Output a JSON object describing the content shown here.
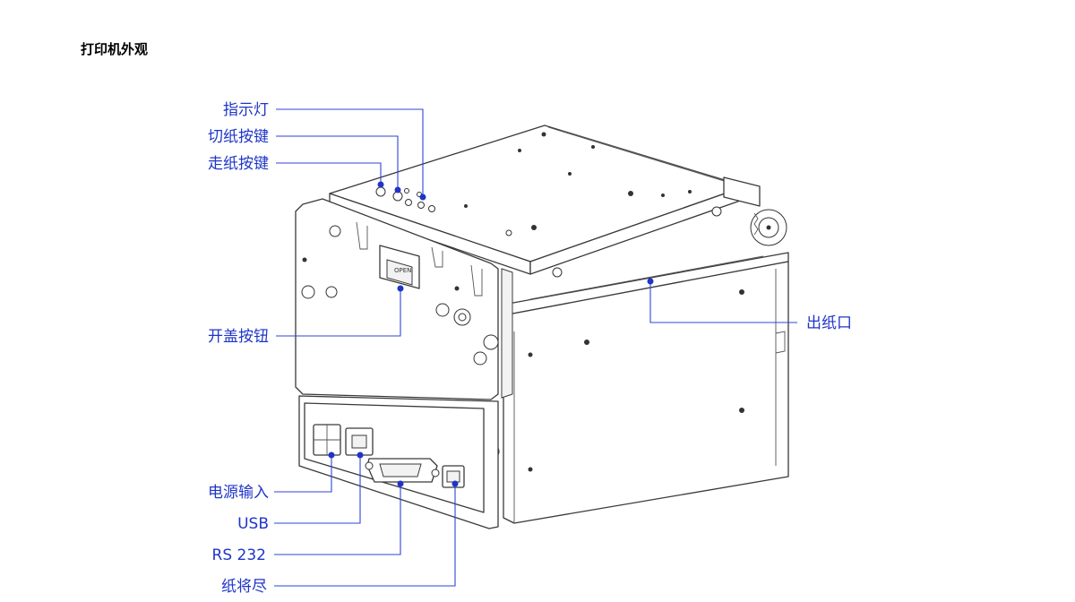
{
  "heading": "打印机外观",
  "diagram": {
    "labels": {
      "indicator": "指示灯",
      "cut_button": "切纸按键",
      "feed_button": "走纸按键",
      "open_cover_button": "开盖按钮",
      "paper_exit": "出纸口",
      "power_input": "电源输入",
      "usb": "USB",
      "rs232": "RS 232",
      "paper_near_end": "纸将尽"
    }
  }
}
